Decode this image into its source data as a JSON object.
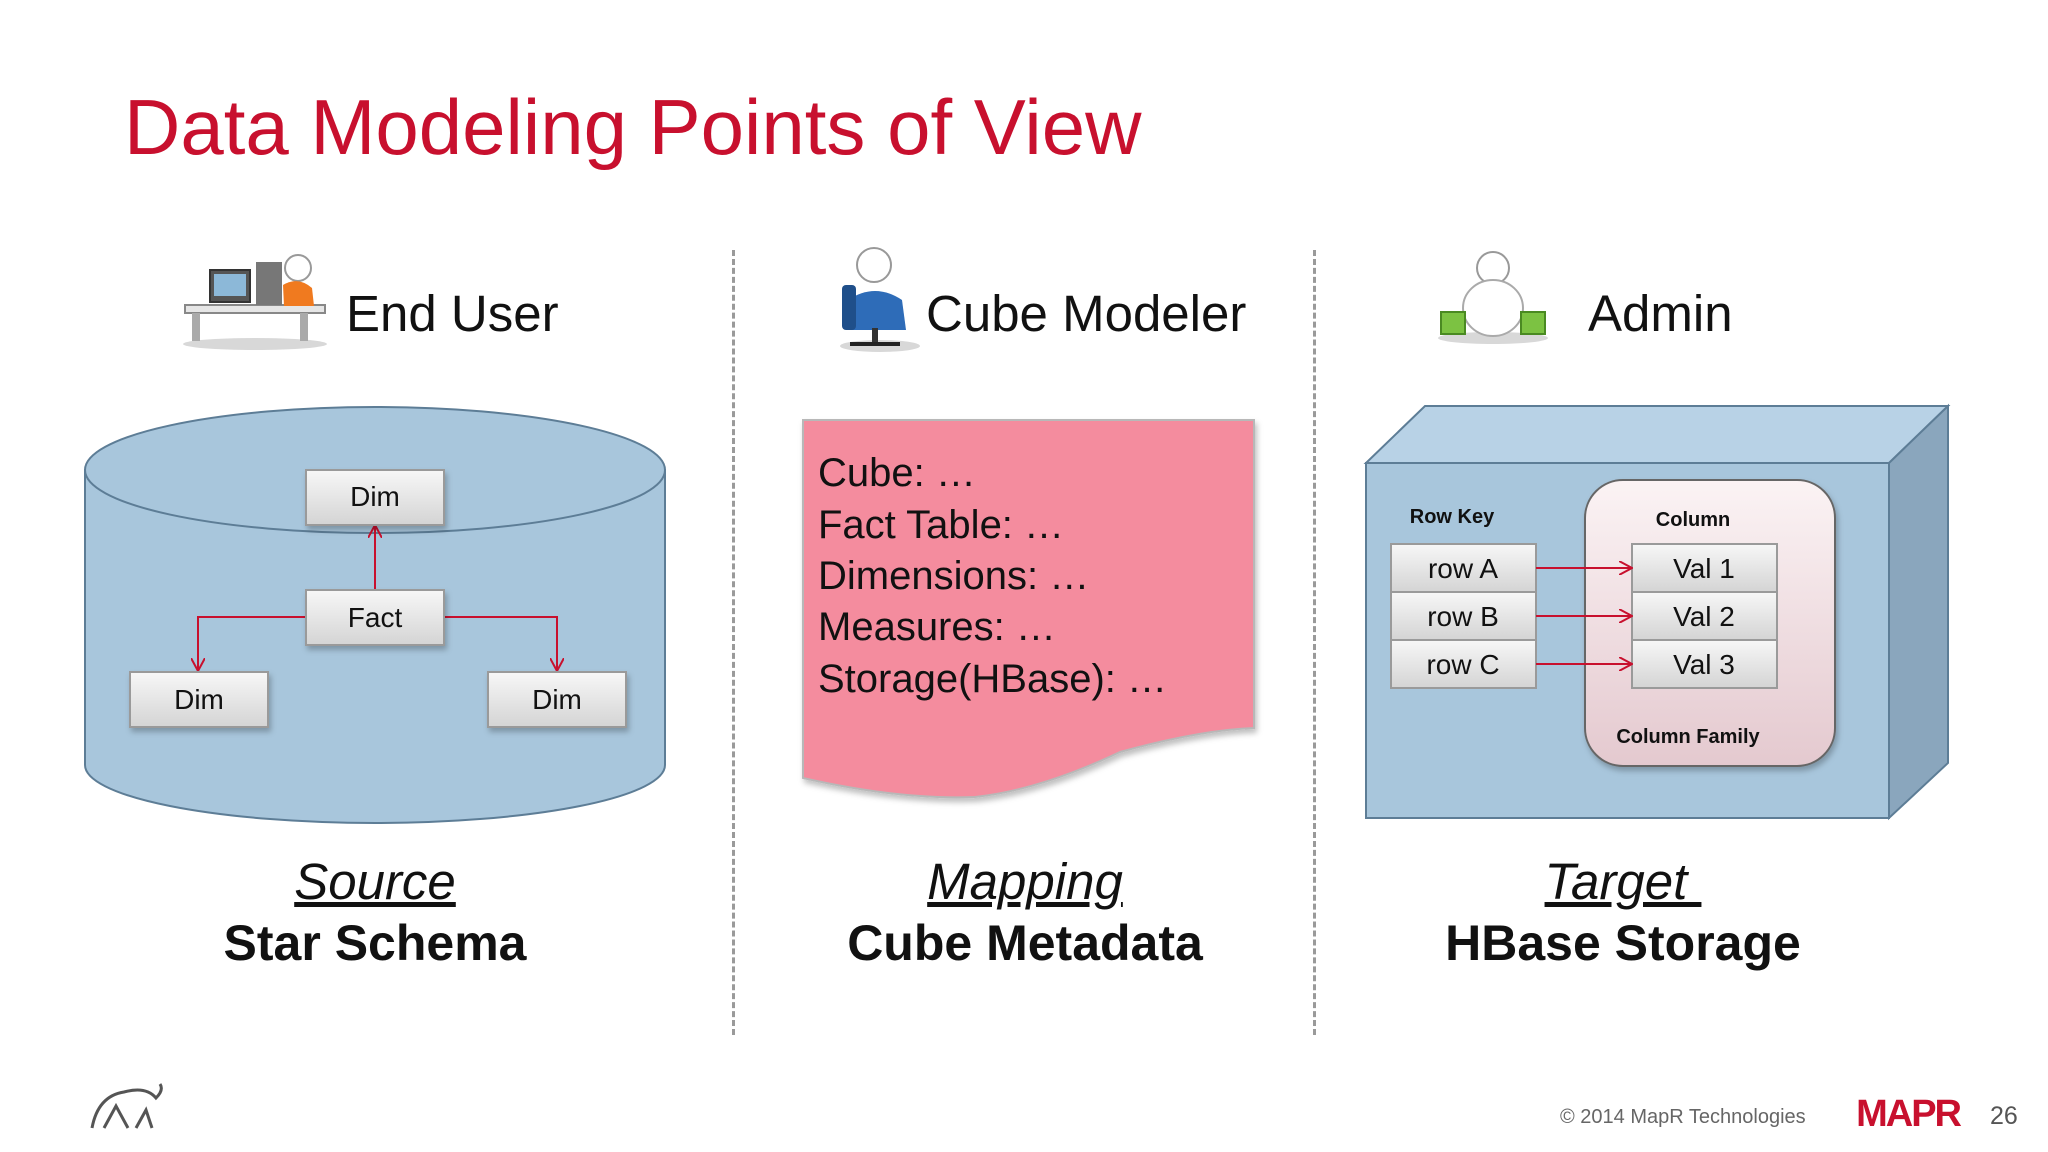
{
  "slide": {
    "title": "Data Modeling Points of View",
    "page_number": "26",
    "footer": "© 2014 MapR Technologies",
    "brand_logo_text": "MAPR",
    "title_color": "#c8102e"
  },
  "columns": [
    {
      "role": "End User",
      "icon": "person-at-computer-icon",
      "caption_italic": "Source",
      "caption_bold": "Star Schema"
    },
    {
      "role": "Cube Modeler",
      "icon": "person-in-chair-icon",
      "caption_italic": "Mapping",
      "caption_bold": "Cube Metadata"
    },
    {
      "role": "Admin",
      "icon": "person-with-bags-icon",
      "caption_italic": "Target ",
      "caption_bold": "HBase Storage"
    }
  ],
  "star_schema": {
    "top_dim": "Dim",
    "fact": "Fact",
    "left_dim": "Dim",
    "right_dim": "Dim",
    "cylinder_color": "#a8c6dc",
    "arrow_color": "#c8102e"
  },
  "cube_metadata": {
    "lines": [
      "Cube: …",
      "Fact Table: …",
      "Dimensions: …",
      "Measures: …",
      "Storage(HBase): …"
    ],
    "doc_color": "#f48c9e"
  },
  "hbase": {
    "row_key_label": "Row Key",
    "column_label": "Column",
    "column_family_label": "Column Family",
    "rows": [
      "row A",
      "row B",
      "row C"
    ],
    "values": [
      "Val 1",
      "Val 2",
      "Val 3"
    ],
    "box_color": "#a8c6dc"
  }
}
